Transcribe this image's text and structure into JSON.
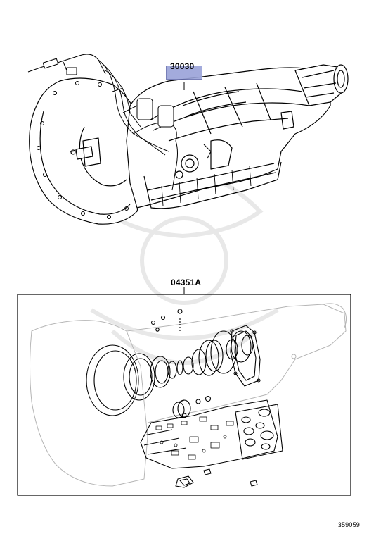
{
  "parts": {
    "transmission_assembly": {
      "part_number": "30030"
    },
    "overhaul_gasket_kit": {
      "part_number": "04351A"
    }
  },
  "drawing_number": "359059",
  "colors": {
    "line": "#000000",
    "highlight": "#9aa3d9",
    "watermark": "#e6e6e6"
  },
  "icons": {
    "watermark": "samurai-helmet-watermark-icon"
  }
}
